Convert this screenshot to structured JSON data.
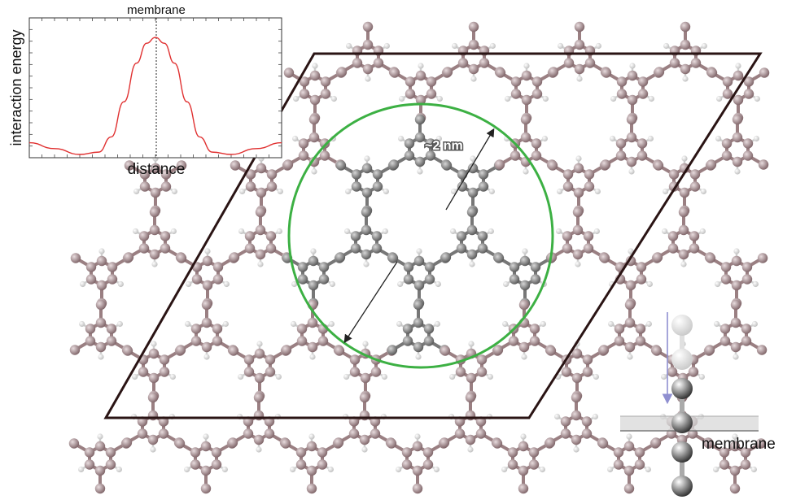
{
  "inset_plot": {
    "title": "membrane",
    "ylabel": "interaction energy",
    "xlabel": "distance",
    "curve_color": "#e03030",
    "chart_data": {
      "type": "line",
      "title": "membrane",
      "xlabel": "distance",
      "ylabel": "interaction energy",
      "x": [
        -1.0,
        -0.8,
        -0.6,
        -0.45,
        -0.35,
        -0.25,
        -0.15,
        -0.07,
        0.0,
        0.07,
        0.15,
        0.25,
        0.35,
        0.45,
        0.6,
        0.8,
        1.0
      ],
      "y": [
        0.1,
        0.05,
        0.0,
        0.02,
        0.15,
        0.45,
        0.78,
        0.95,
        1.0,
        0.95,
        0.78,
        0.45,
        0.15,
        0.02,
        0.0,
        0.05,
        0.1
      ],
      "series": [
        {
          "name": "",
          "color": "#e03030"
        }
      ],
      "annotations": [
        "dotted vertical line at membrane position"
      ],
      "grid": false
    }
  },
  "lattice": {
    "frame_color": "#2a1414",
    "molecule_color": "#9a7f82",
    "pore_molecule_color": "#7a7a7a",
    "hydrogen_color": "#e6e6e6"
  },
  "pore": {
    "ring_color": "#3cb043",
    "size_label": "~2 nm"
  },
  "permeation_sketch": {
    "label": "membrane",
    "arrow_color": "#8f8fd0",
    "molecule_color": "#555555"
  }
}
